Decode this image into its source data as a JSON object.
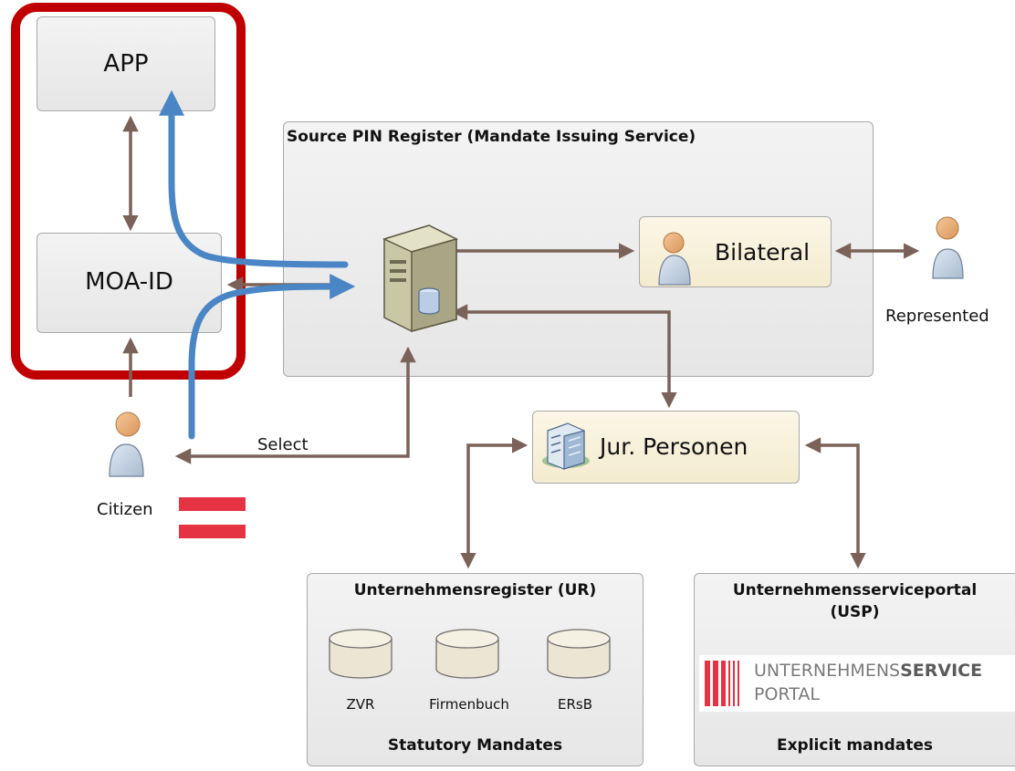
{
  "app": {
    "label": "APP"
  },
  "moa": {
    "label": "MOA-ID"
  },
  "source_pin": {
    "title": "Source PIN Register (Mandate Issuing Service)"
  },
  "bilateral": {
    "label": "Bilateral"
  },
  "represented": {
    "label": "Represented"
  },
  "citizen": {
    "label": "Citizen"
  },
  "select": {
    "label": "Select"
  },
  "jur": {
    "label": "Jur. Personen"
  },
  "ur": {
    "title": "Unternehmensregister (UR)",
    "dbs": [
      "ZVR",
      "Firmenbuch",
      "ERsB"
    ],
    "footer": "Statutory Mandates"
  },
  "usp": {
    "title_line1": "Unternehmensserviceportal",
    "title_line2": "(USP)",
    "logo_line1_light": "UNTERNEHMENS",
    "logo_line1_bold": "SERVICE",
    "logo_line2": "PORTAL",
    "footer": "Explicit mandates"
  },
  "colors": {
    "highlight_red": "#c00000",
    "flow_blue": "#4a86c5",
    "arrow_brown": "#7b6259",
    "flag_red": "#e53344"
  }
}
